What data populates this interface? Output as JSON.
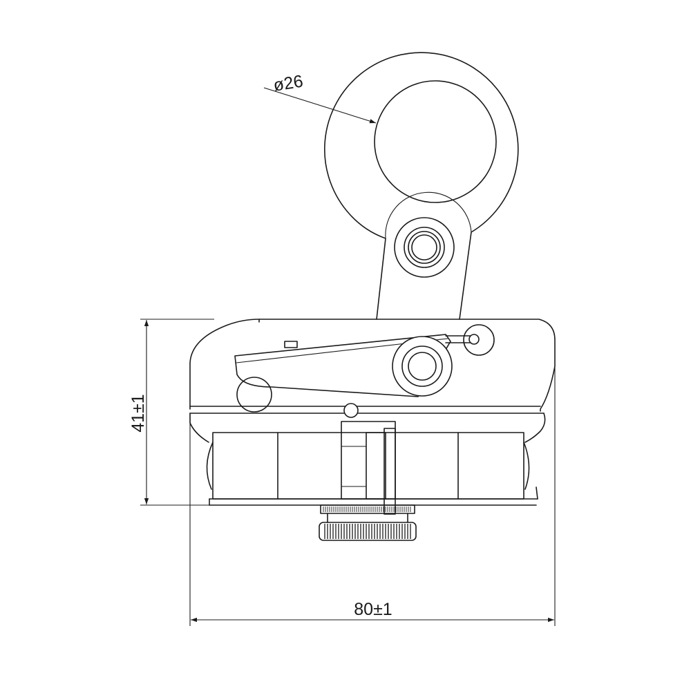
{
  "dimensions": {
    "ring_diameter": "ø26",
    "height": "41±1",
    "width": "80±1"
  },
  "colors": {
    "line": "#1a1a1a",
    "background": "#ffffff"
  }
}
